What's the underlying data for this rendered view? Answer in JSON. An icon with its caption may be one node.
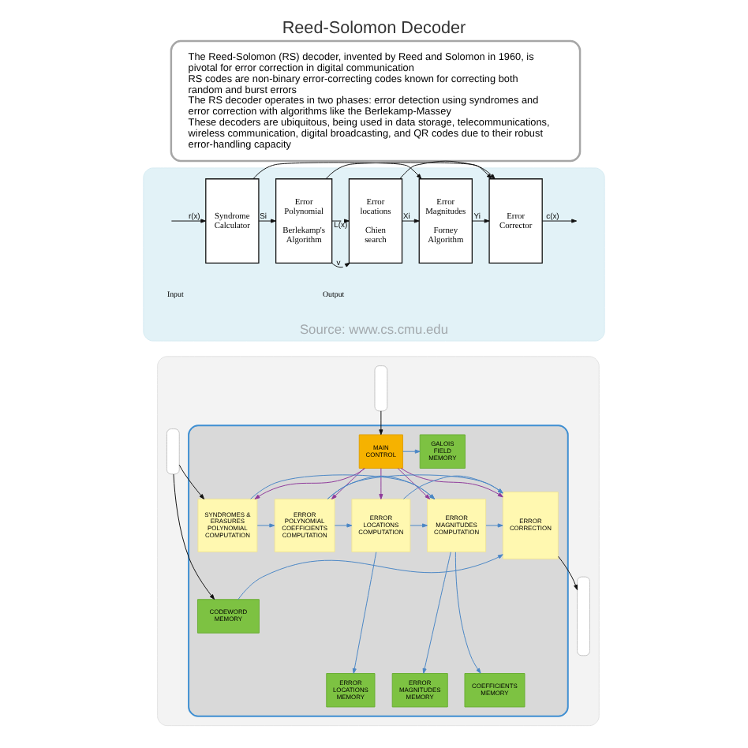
{
  "diagram": {
    "title": "Reed-Solomon Decoder",
    "nodes": [
      {
        "text": [
          "The Reed-Solomon (RS) decoder, invented by Reed and Solomon in 1960, is pivotal for error correction in digital communication",
          "RS codes are non-binary error-correcting codes known for correcting both random and burst errors",
          "The RS decoder operates in two phases: error detection using syndromes and error correction with algorithms like the Berlekamp-Massey",
          "These decoders are ubiquitous, being used in data storage, telecommunications, wireless communication, digital broadcasting, and QR codes due to their robust error-handling capacity"
        ]
      },
      {
        "text": [
          "Source: www.cs.cmu.edu"
        ]
      },
      {
        "text": [
          "Syndrome Calculator"
        ],
        "in": 1
      },
      {
        "text": [
          "Error Polynomial",
          "Berlekamp's Algorithm"
        ],
        "in": 1
      },
      {
        "text": [
          "Error locations",
          "Chien search"
        ],
        "in": 1
      },
      {
        "text": [
          "Error Magnitudes",
          "Forney Algorithm"
        ],
        "in": 1
      },
      {
        "text": [
          "Error Corrector"
        ],
        "in": 1
      },
      {
        "text": [],
        "shape": "box"
      },
      {
        "text": [],
        "shape": "box",
        "in": 7
      },
      {
        "text": [],
        "shape": "bar",
        "in": 7
      },
      {
        "text": [],
        "shape": "bar",
        "in": 7
      },
      {
        "text": [
          "MAIN CONTROL"
        ],
        "in": 8
      },
      {
        "text": [
          "GALOIS FIELD MEMORY"
        ],
        "in": 8
      },
      {
        "text": [
          "SYNDROMES & ERASURES POLYNOMIAL COMPUTATION"
        ],
        "in": 8
      },
      {
        "text": [
          "ERROR POLYNOMIAL COEFFICIENTS COMPUTATION"
        ],
        "in": 8
      },
      {
        "text": [
          "ERROR LOCATIONS COMPUTATION"
        ],
        "in": 8
      },
      {
        "text": [
          "ERROR MAGNITUDES COMPUTATION"
        ],
        "in": 8
      },
      {
        "text": [
          "ERROR CORRECTION"
        ],
        "in": 8
      },
      {
        "text": [],
        "shape": "bar",
        "in": 7
      },
      {
        "text": [
          "CODEWORD MEMORY"
        ],
        "in": 8
      },
      {
        "text": [
          "ERROR LOCATIONS MEMORY"
        ],
        "in": 8
      },
      {
        "text": [
          "ERROR MAGNITUDES MEMORY"
        ],
        "in": 8
      },
      {
        "text": [
          "COEFFICIENTS MEMORY"
        ],
        "in": 8
      }
    ],
    "edges": [
      {
        "from": null,
        "to": 2,
        "arrow": "to",
        "label": "r(x)"
      },
      {
        "from": 2,
        "to": 3,
        "arrow": "to",
        "label": "Si"
      },
      {
        "from": 3,
        "to": 4,
        "arrow": "to",
        "label": "L(x)"
      },
      {
        "from": 3,
        "to": 4,
        "arrow": "to",
        "label": "v"
      },
      {
        "from": 4,
        "to": 5,
        "arrow": "to",
        "label": "Xi"
      },
      {
        "from": 2,
        "to": 5,
        "arrow": "to"
      },
      {
        "from": 5,
        "to": 6,
        "arrow": "to",
        "label": "Yi"
      },
      {
        "from": 6,
        "to": null,
        "arrow": "to",
        "label": "c(x)"
      },
      {
        "from": 3,
        "to": 6,
        "arrow": "to"
      },
      {
        "from": 4,
        "to": 6,
        "arrow": "to"
      },
      {
        "from": 9,
        "to": 11,
        "arrow": "to"
      },
      {
        "from": 11,
        "to": 12,
        "arrow": "to",
        "color": "#4a86c5"
      },
      {
        "from": 11,
        "to": 13,
        "arrow": "to",
        "color": "#8e3a9a"
      },
      {
        "from": 11,
        "to": 14,
        "arrow": "to",
        "color": "#8e3a9a"
      },
      {
        "from": 11,
        "to": 15,
        "arrow": "to",
        "color": "#8e3a9a"
      },
      {
        "from": 11,
        "to": 16,
        "arrow": "to",
        "color": "#8e3a9a"
      },
      {
        "from": 11,
        "to": 17,
        "arrow": "to",
        "color": "#8e3a9a"
      },
      {
        "from": 10,
        "to": 13,
        "arrow": "to"
      },
      {
        "from": 10,
        "to": 19,
        "arrow": "to"
      },
      {
        "from": 13,
        "to": 14,
        "arrow": "to",
        "color": "#4a86c5"
      },
      {
        "from": 14,
        "to": 15,
        "arrow": "to",
        "color": "#4a86c5"
      },
      {
        "from": 15,
        "to": 16,
        "arrow": "to",
        "color": "#4a86c5"
      },
      {
        "from": 16,
        "to": 17,
        "arrow": "to",
        "color": "#4a86c5"
      },
      {
        "from": 13,
        "to": 16,
        "arrow": "to",
        "color": "#4a86c5"
      },
      {
        "from": 14,
        "to": 16,
        "arrow": "to",
        "color": "#4a86c5"
      },
      {
        "from": 14,
        "to": 17,
        "arrow": "to",
        "color": "#4a86c5"
      },
      {
        "from": 15,
        "to": 17,
        "arrow": "to",
        "color": "#4a86c5"
      },
      {
        "from": 15,
        "to": 20,
        "arrow": "to",
        "color": "#4a86c5"
      },
      {
        "from": 16,
        "to": 21,
        "arrow": "to",
        "color": "#4a86c5"
      },
      {
        "from": 16,
        "to": 22,
        "arrow": "to",
        "color": "#4a86c5"
      },
      {
        "from": 19,
        "to": 17,
        "arrow": "to",
        "color": "#4a86c5"
      },
      {
        "from": 17,
        "to": 18,
        "arrow": "to"
      }
    ],
    "labels": [
      "Input",
      "Output"
    ]
  }
}
